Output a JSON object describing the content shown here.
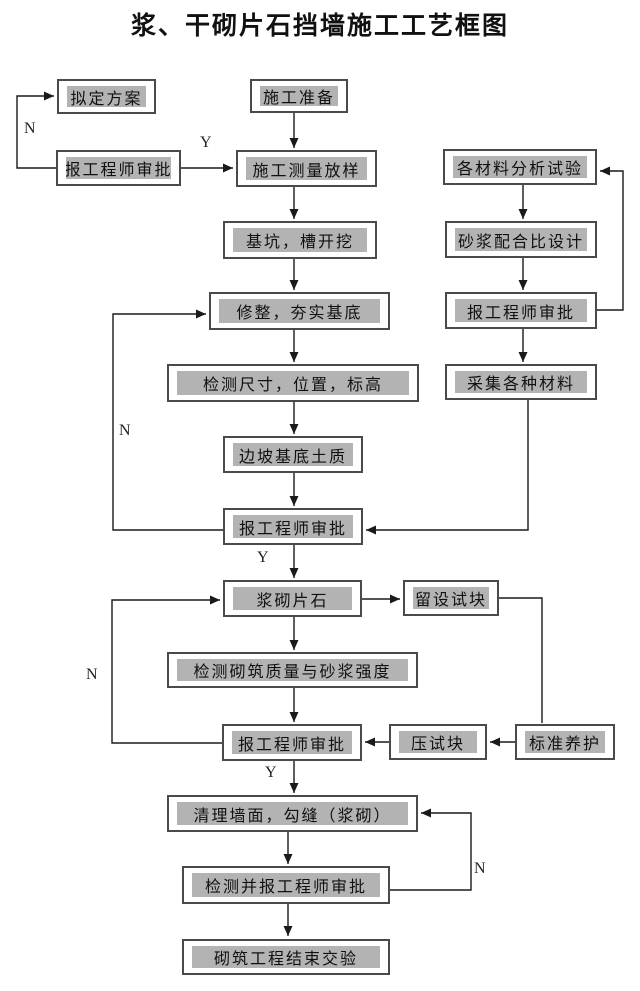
{
  "title": "浆、干砌片石挡墙施工工艺框图",
  "diagram": {
    "nodes": [
      {
        "id": "draft-plan",
        "label": "拟定方案"
      },
      {
        "id": "construction-prep",
        "label": "施工准备"
      },
      {
        "id": "engineer-approval-1",
        "label": "报工程师审批"
      },
      {
        "id": "survey-layout",
        "label": "施工测量放样"
      },
      {
        "id": "material-analysis",
        "label": "各材料分析试验"
      },
      {
        "id": "pit-trench-excavation",
        "label": "基坑，槽开挖"
      },
      {
        "id": "mortar-mix-design",
        "label": "砂浆配合比设计"
      },
      {
        "id": "trim-compact-base",
        "label": "修整，夯实基底"
      },
      {
        "id": "engineer-approval-2",
        "label": "报工程师审批"
      },
      {
        "id": "check-dim-pos-elev",
        "label": "检测尺寸，位置，标高"
      },
      {
        "id": "collect-materials",
        "label": "采集各种材料"
      },
      {
        "id": "slope-base-soil",
        "label": "边坡基底土质"
      },
      {
        "id": "engineer-approval-3",
        "label": "报工程师审批"
      },
      {
        "id": "mortar-rubble-masonry",
        "label": "浆砌片石"
      },
      {
        "id": "reserve-test-block",
        "label": "留设试块"
      },
      {
        "id": "check-masonry-quality",
        "label": "检测砌筑质量与砂浆强度"
      },
      {
        "id": "engineer-approval-4",
        "label": "报工程师审批"
      },
      {
        "id": "press-test-block",
        "label": "压试块"
      },
      {
        "id": "standard-curing",
        "label": "标准养护"
      },
      {
        "id": "clean-wall-pointing",
        "label": "清理墙面，勾缝（浆砌）"
      },
      {
        "id": "check-report-engineer",
        "label": "检测并报工程师审批"
      },
      {
        "id": "masonry-handover",
        "label": "砌筑工程结束交验"
      }
    ],
    "edge_labels": [
      {
        "id": "n-top-left",
        "label": "N"
      },
      {
        "id": "y-top",
        "label": "Y"
      },
      {
        "id": "n-mid-left",
        "label": "N"
      },
      {
        "id": "y-mid",
        "label": "Y"
      },
      {
        "id": "n-lower-left",
        "label": "N"
      },
      {
        "id": "y-lower",
        "label": "Y"
      },
      {
        "id": "n-bottom-right",
        "label": "N"
      }
    ],
    "edges": [
      {
        "from": "engineer-approval-1",
        "to": "draft-plan",
        "label": "N"
      },
      {
        "from": "engineer-approval-1",
        "to": "survey-layout",
        "label": "Y"
      },
      {
        "from": "construction-prep",
        "to": "survey-layout",
        "label": ""
      },
      {
        "from": "survey-layout",
        "to": "pit-trench-excavation",
        "label": ""
      },
      {
        "from": "pit-trench-excavation",
        "to": "trim-compact-base",
        "label": ""
      },
      {
        "from": "trim-compact-base",
        "to": "check-dim-pos-elev",
        "label": ""
      },
      {
        "from": "check-dim-pos-elev",
        "to": "slope-base-soil",
        "label": ""
      },
      {
        "from": "slope-base-soil",
        "to": "engineer-approval-3",
        "label": ""
      },
      {
        "from": "material-analysis",
        "to": "mortar-mix-design",
        "label": ""
      },
      {
        "from": "mortar-mix-design",
        "to": "engineer-approval-2",
        "label": ""
      },
      {
        "from": "engineer-approval-2",
        "to": "material-analysis",
        "label": ""
      },
      {
        "from": "engineer-approval-2",
        "to": "collect-materials",
        "label": ""
      },
      {
        "from": "collect-materials",
        "to": "engineer-approval-3",
        "label": ""
      },
      {
        "from": "engineer-approval-3",
        "to": "mortar-rubble-masonry",
        "label": "Y"
      },
      {
        "from": "engineer-approval-3",
        "to": "trim-compact-base",
        "label": "N"
      },
      {
        "from": "mortar-rubble-masonry",
        "to": "reserve-test-block",
        "label": ""
      },
      {
        "from": "mortar-rubble-masonry",
        "to": "check-masonry-quality",
        "label": ""
      },
      {
        "from": "reserve-test-block",
        "to": "standard-curing",
        "label": ""
      },
      {
        "from": "standard-curing",
        "to": "press-test-block",
        "label": ""
      },
      {
        "from": "press-test-block",
        "to": "engineer-approval-4",
        "label": ""
      },
      {
        "from": "check-masonry-quality",
        "to": "engineer-approval-4",
        "label": ""
      },
      {
        "from": "engineer-approval-4",
        "to": "clean-wall-pointing",
        "label": "Y"
      },
      {
        "from": "engineer-approval-4",
        "to": "mortar-rubble-masonry",
        "label": "N"
      },
      {
        "from": "clean-wall-pointing",
        "to": "check-report-engineer",
        "label": ""
      },
      {
        "from": "check-report-engineer",
        "to": "clean-wall-pointing",
        "label": "N"
      },
      {
        "from": "check-report-engineer",
        "to": "masonry-handover",
        "label": ""
      }
    ],
    "colors": {
      "background": "#ffffff",
      "box_fill": "#ffffff",
      "band_fill": "#b3b3b3",
      "box_border": "#4a4a4a",
      "line": "#1a1a1a",
      "text": "#111111"
    }
  }
}
